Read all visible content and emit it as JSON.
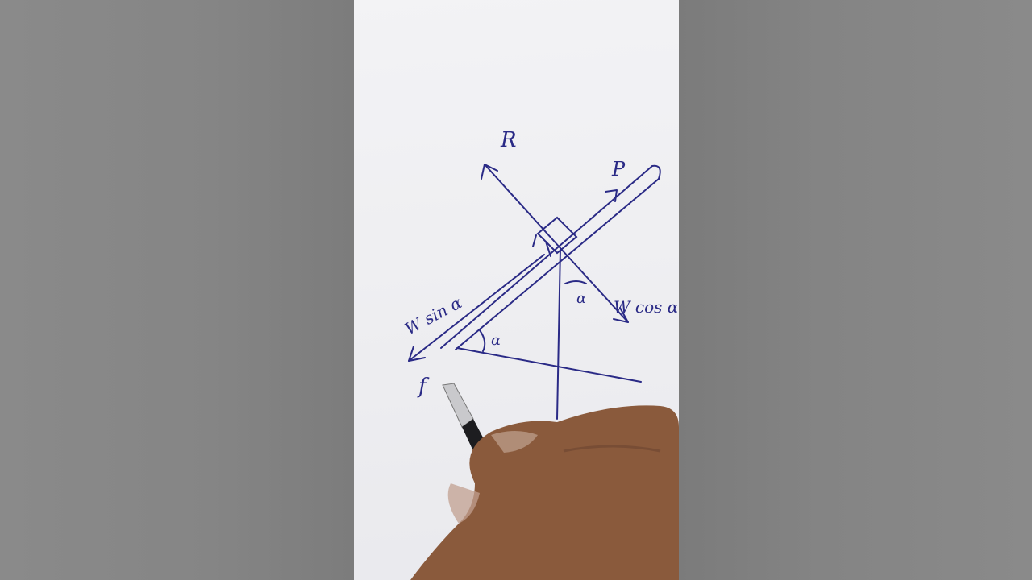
{
  "diagram": {
    "labels": {
      "reaction": "R",
      "effort": "P",
      "load_component_perp": "W cos α",
      "load_component_along": "W sin α",
      "angle": "α",
      "friction": "f"
    }
  },
  "colors": {
    "ink": "#2a2a86",
    "paper": "#f1f1f3",
    "background": "#848484",
    "pen_barrel": "#7a2c9a",
    "skin": "#8a5a3c"
  }
}
